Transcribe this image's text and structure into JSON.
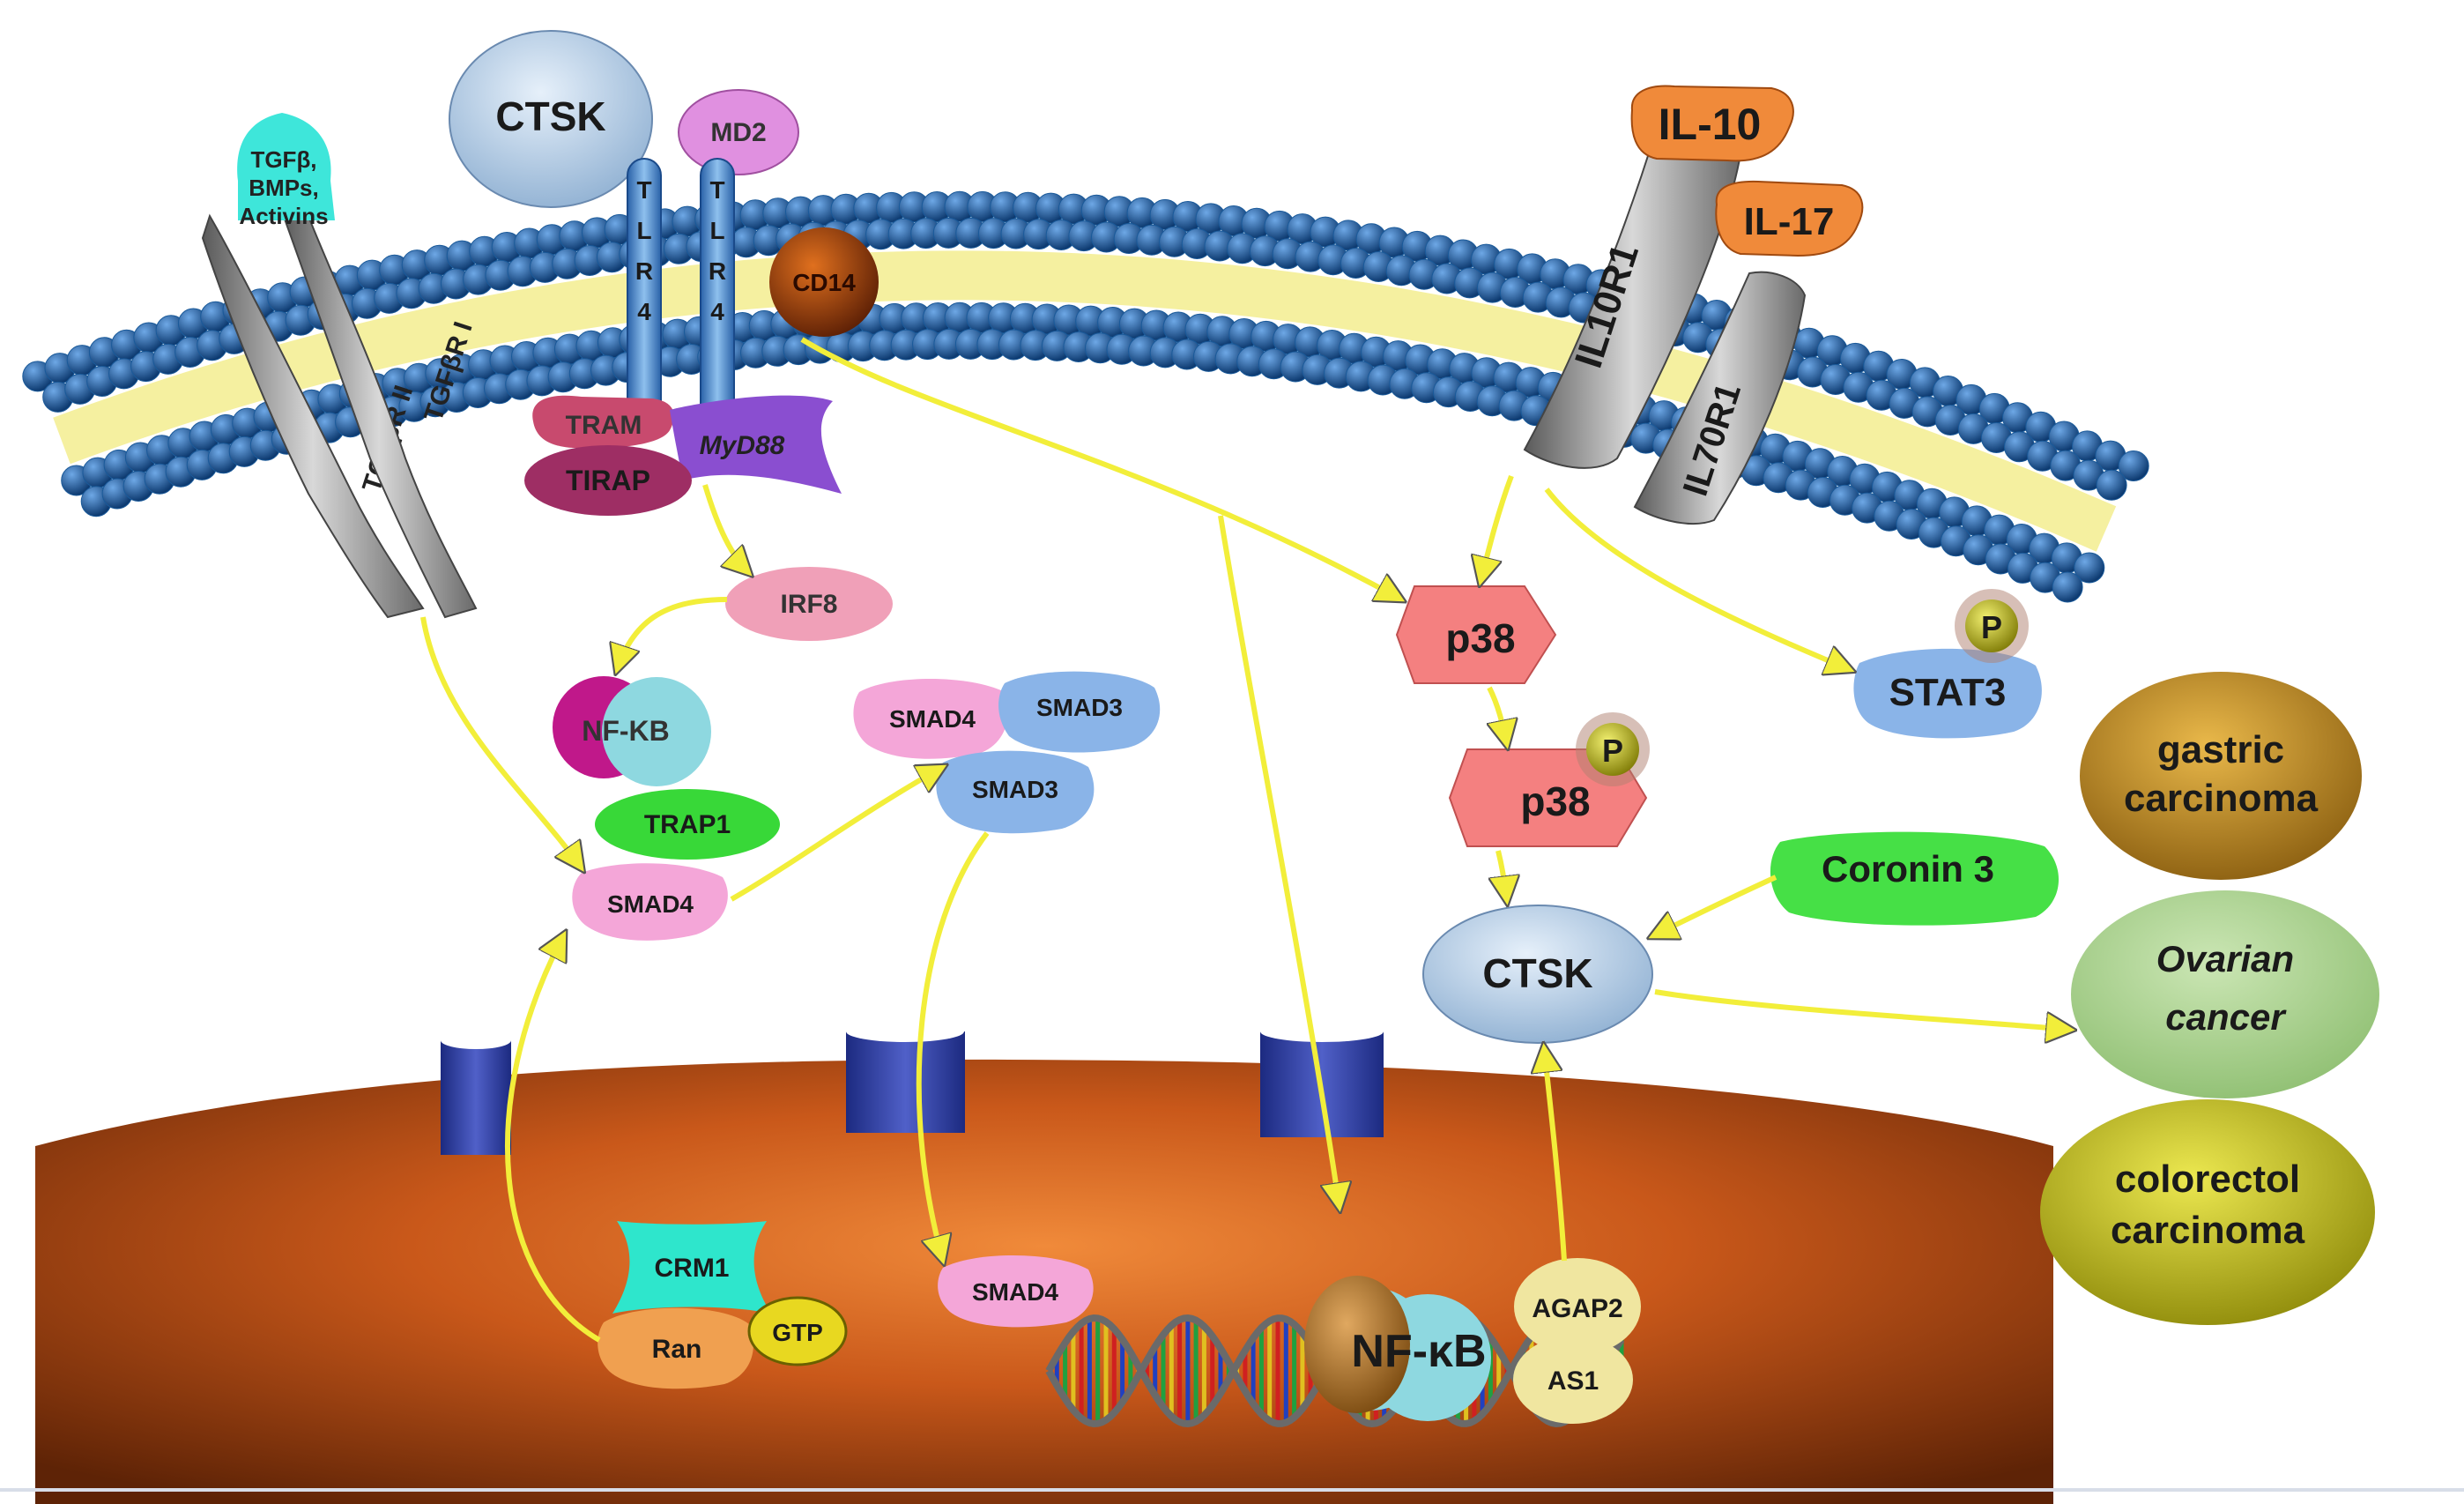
{
  "labels": {
    "ctsk_top": "CTSK",
    "md2": "MD2",
    "tgf_ligand_1": "TGFβ,",
    "tgf_ligand_2": "BMPs,",
    "tgf_ligand_3": "Activins",
    "tgfbr2": "TGFβR II",
    "tgfbr1": "TGFβR I",
    "tlr4_a": [
      "T",
      "L",
      "R",
      "4"
    ],
    "tlr4_b": [
      "T",
      "L",
      "R",
      "4"
    ],
    "cd14": "CD14",
    "tram": "TRAM",
    "tirap": "TIRAP",
    "myd88": "MyD88",
    "irf8": "IRF8",
    "nfkb_cyto": "NF-KB",
    "trap1": "TRAP1",
    "smad4_cyto": "SMAD4",
    "smad4_complex": "SMAD4",
    "smad3_a": "SMAD3",
    "smad3_b": "SMAD3",
    "il10": "IL-10",
    "il17": "IL-17",
    "il10r1": "IL10R1",
    "il70r1": "IL70R1",
    "p38_a": "p38",
    "p38_b": "p38",
    "phospho_p38": "P",
    "phospho_stat3": "P",
    "stat3": "STAT3",
    "coronin3": "Coronin 3",
    "ctsk_mid": "CTSK",
    "gastric_1": "gastric",
    "gastric_2": "carcinoma",
    "ovarian_1": "Ovarian",
    "ovarian_2": "cancer",
    "colorectal_1": "colorectol",
    "colorectal_2": "carcinoma",
    "crm1": "CRM1",
    "ran": "Ran",
    "gtp": "GTP",
    "smad4_nuc": "SMAD4",
    "nfkb_nuc": "NF-κB",
    "agap2": "AGAP2",
    "as1": "AS1"
  },
  "colors": {
    "membrane_head": "#1a5a9a",
    "membrane_tail": "#f5f0a0",
    "arrow": "#f2ee3a",
    "nucleus": "#c2540f",
    "ctsk": "#c0d4e8",
    "smad4": "#f4a6d8",
    "smad3": "#8ab4e8",
    "p38": "#f48080",
    "coronin3": "#46e046",
    "gastric": "#c9951f",
    "ovarian": "#a7d08a",
    "colorectal": "#c6c21a"
  }
}
